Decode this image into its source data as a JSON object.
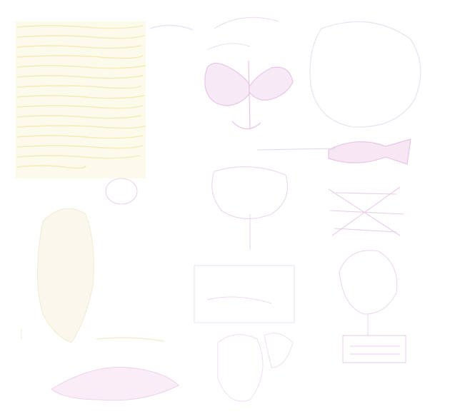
{
  "colors": {
    "background": "#ffffff",
    "text_block": "#e9e06a",
    "sketch_pink": "#d9a0d8",
    "sketch_violet": "#c7b0e0",
    "sketch_yellow": "#f0e6a0"
  },
  "panels": [
    {
      "name": "text-block-panel",
      "icon": "handwritten-text"
    },
    {
      "name": "bird-sketch-panel",
      "icon": "bird-drawing"
    },
    {
      "name": "circle-sketch-panel",
      "icon": "circle-drawing"
    },
    {
      "name": "fish-sketch-panel",
      "icon": "fish-drawing"
    },
    {
      "name": "crossed-lines-panel",
      "icon": "crossed-lines-drawing"
    },
    {
      "name": "figure-sketch-panel",
      "icon": "human-figure-drawing"
    },
    {
      "name": "flower-sketch-panel",
      "icon": "flower-drawing"
    },
    {
      "name": "box-sketch-panel",
      "icon": "rectangle-drawing"
    },
    {
      "name": "tree-sketch-panel",
      "icon": "tree-drawing"
    },
    {
      "name": "hat-sketch-panel",
      "icon": "hat-drawing"
    }
  ]
}
